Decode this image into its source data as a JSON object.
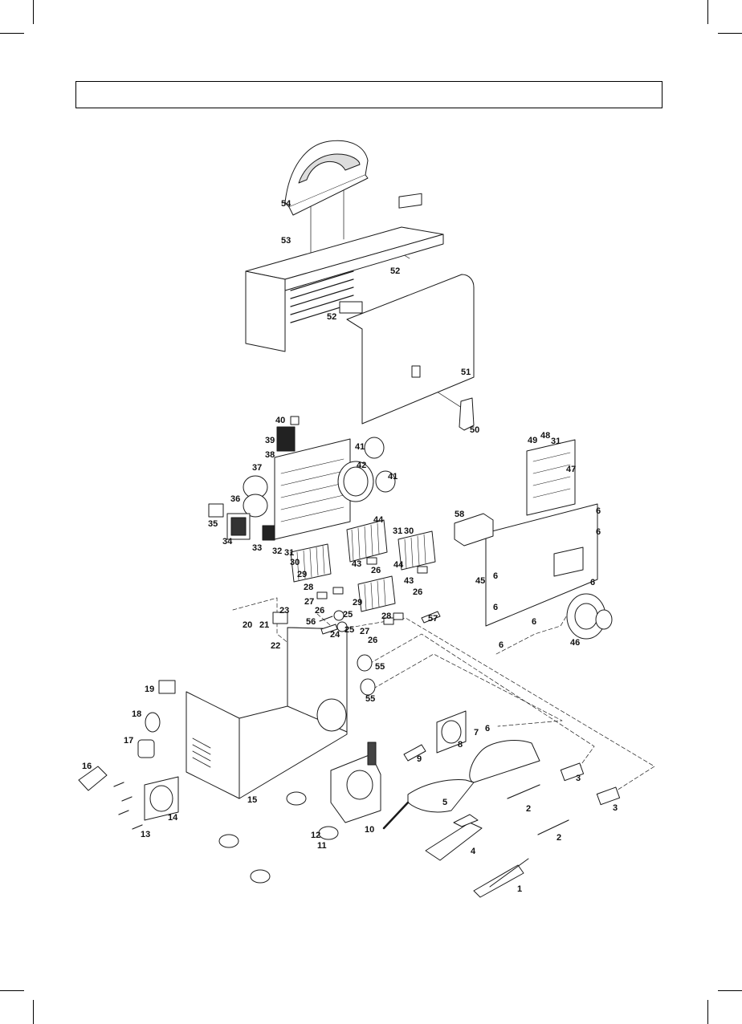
{
  "diagram": {
    "colors": {
      "ink": "#1a1a1a",
      "fill": "#ffffff",
      "dark": "#2a2a2a"
    },
    "labels": [
      {
        "id": "54",
        "text": "54"
      },
      {
        "id": "53",
        "text": "53"
      },
      {
        "id": "52a",
        "text": "52"
      },
      {
        "id": "52b",
        "text": "52"
      },
      {
        "id": "51",
        "text": "51"
      },
      {
        "id": "50",
        "text": "50"
      },
      {
        "id": "40",
        "text": "40"
      },
      {
        "id": "39",
        "text": "39"
      },
      {
        "id": "38",
        "text": "38"
      },
      {
        "id": "37",
        "text": "37"
      },
      {
        "id": "41a",
        "text": "41"
      },
      {
        "id": "41b",
        "text": "41"
      },
      {
        "id": "42",
        "text": "42"
      },
      {
        "id": "36",
        "text": "36"
      },
      {
        "id": "35",
        "text": "35"
      },
      {
        "id": "34",
        "text": "34"
      },
      {
        "id": "33",
        "text": "33"
      },
      {
        "id": "32",
        "text": "32"
      },
      {
        "id": "44a",
        "text": "44"
      },
      {
        "id": "44b",
        "text": "44"
      },
      {
        "id": "31a",
        "text": "31"
      },
      {
        "id": "30a",
        "text": "30"
      },
      {
        "id": "31b",
        "text": "31"
      },
      {
        "id": "30b",
        "text": "30"
      },
      {
        "id": "29a",
        "text": "29"
      },
      {
        "id": "29b",
        "text": "29"
      },
      {
        "id": "43a",
        "text": "43"
      },
      {
        "id": "43b",
        "text": "43"
      },
      {
        "id": "26a",
        "text": "26"
      },
      {
        "id": "26b",
        "text": "26"
      },
      {
        "id": "26c",
        "text": "26"
      },
      {
        "id": "26d",
        "text": "26"
      },
      {
        "id": "28a",
        "text": "28"
      },
      {
        "id": "28b",
        "text": "28"
      },
      {
        "id": "27a",
        "text": "27"
      },
      {
        "id": "27b",
        "text": "27"
      },
      {
        "id": "25a",
        "text": "25"
      },
      {
        "id": "25b",
        "text": "25"
      },
      {
        "id": "24",
        "text": "24"
      },
      {
        "id": "23",
        "text": "23"
      },
      {
        "id": "20",
        "text": "20"
      },
      {
        "id": "21",
        "text": "21"
      },
      {
        "id": "22",
        "text": "22"
      },
      {
        "id": "56",
        "text": "56"
      },
      {
        "id": "57",
        "text": "57"
      },
      {
        "id": "49",
        "text": "49"
      },
      {
        "id": "48",
        "text": "48"
      },
      {
        "id": "31c",
        "text": "31"
      },
      {
        "id": "47",
        "text": "47"
      },
      {
        "id": "58",
        "text": "58"
      },
      {
        "id": "6a",
        "text": "6"
      },
      {
        "id": "6b",
        "text": "6"
      },
      {
        "id": "6c",
        "text": "6"
      },
      {
        "id": "6d",
        "text": "6"
      },
      {
        "id": "6e",
        "text": "6"
      },
      {
        "id": "6f",
        "text": "6"
      },
      {
        "id": "6g",
        "text": "6"
      },
      {
        "id": "6h",
        "text": "6"
      },
      {
        "id": "45",
        "text": "45"
      },
      {
        "id": "46",
        "text": "46"
      },
      {
        "id": "55a",
        "text": "55"
      },
      {
        "id": "55b",
        "text": "55"
      },
      {
        "id": "19",
        "text": "19"
      },
      {
        "id": "18",
        "text": "18"
      },
      {
        "id": "17",
        "text": "17"
      },
      {
        "id": "16",
        "text": "16"
      },
      {
        "id": "15",
        "text": "15"
      },
      {
        "id": "14",
        "text": "14"
      },
      {
        "id": "13",
        "text": "13"
      },
      {
        "id": "12",
        "text": "12"
      },
      {
        "id": "11",
        "text": "11"
      },
      {
        "id": "10",
        "text": "10"
      },
      {
        "id": "9",
        "text": "9"
      },
      {
        "id": "8",
        "text": "8"
      },
      {
        "id": "7",
        "text": "7"
      },
      {
        "id": "5",
        "text": "5"
      },
      {
        "id": "4",
        "text": "4"
      },
      {
        "id": "3a",
        "text": "3"
      },
      {
        "id": "3b",
        "text": "3"
      },
      {
        "id": "2a",
        "text": "2"
      },
      {
        "id": "2b",
        "text": "2"
      },
      {
        "id": "1",
        "text": "1"
      }
    ]
  }
}
